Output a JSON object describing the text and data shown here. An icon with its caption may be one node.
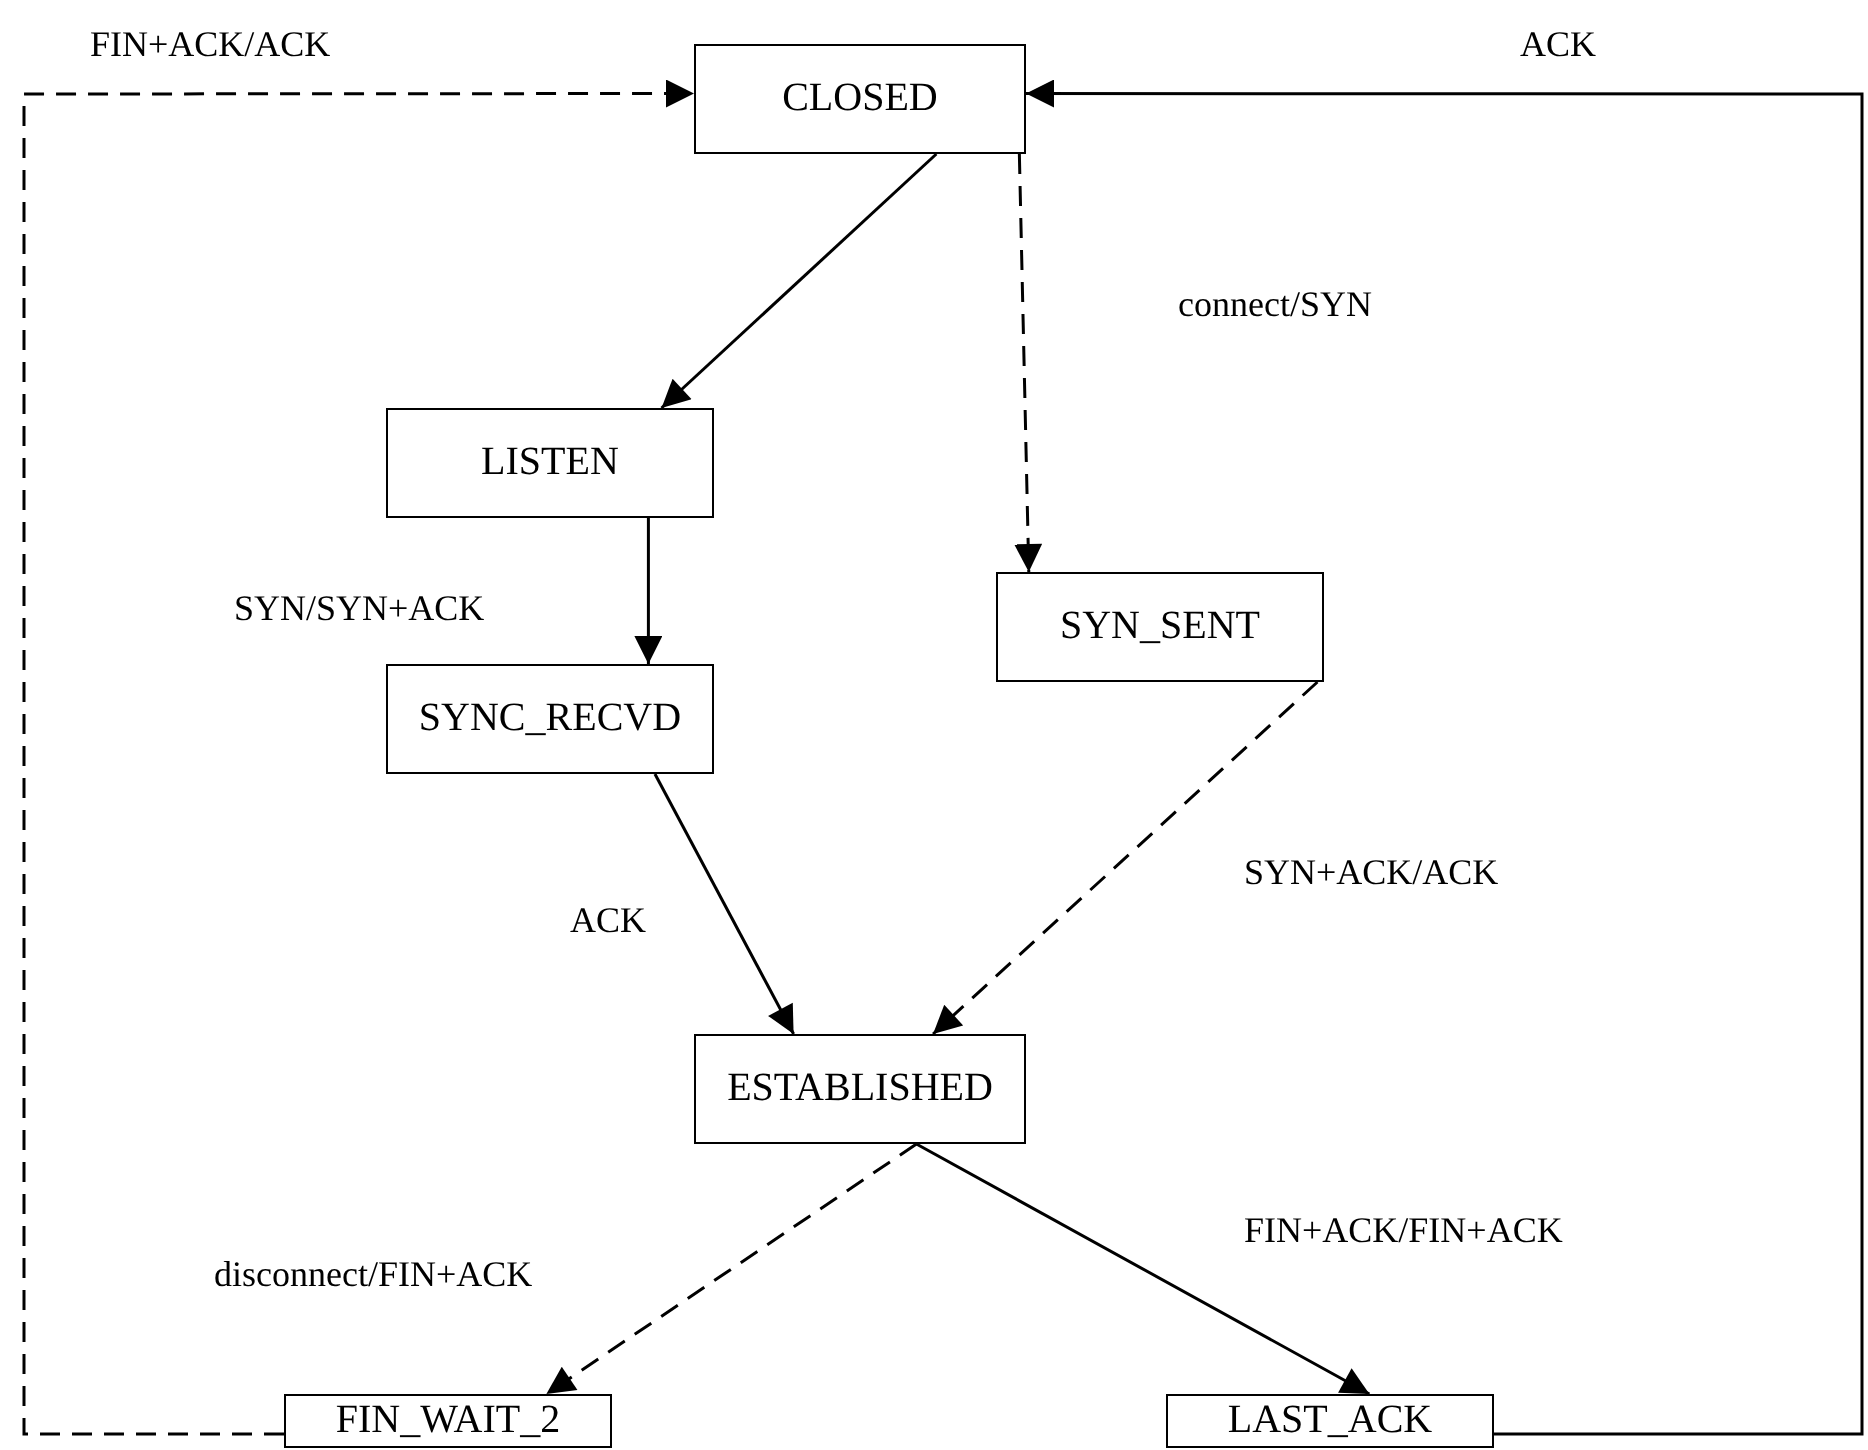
{
  "diagram": {
    "nodes": [
      {
        "text": [
          "CLOSED"
        ]
      },
      {
        "text": [
          "LISTEN"
        ]
      },
      {
        "text": [
          "SYN_SENT"
        ]
      },
      {
        "text": [
          "SYNC_RECVD"
        ]
      },
      {
        "text": [
          "ESTABLISHED"
        ]
      },
      {
        "text": [
          "FIN_WAIT_2"
        ]
      },
      {
        "text": [
          "LAST_ACK"
        ]
      }
    ],
    "edges": [
      {
        "from": 0,
        "to": 1,
        "arrow": "to"
      },
      {
        "from": 0,
        "to": 2,
        "arrow": "to",
        "label": "connect/SYN",
        "style": "dashed"
      },
      {
        "from": 1,
        "to": 3,
        "arrow": "to",
        "label": "SYN/SYN+ACK"
      },
      {
        "from": 3,
        "to": 4,
        "arrow": "to",
        "label": "ACK"
      },
      {
        "from": 2,
        "to": 4,
        "arrow": "to",
        "label": "SYN+ACK/ACK",
        "style": "dashed"
      },
      {
        "from": 4,
        "to": 5,
        "arrow": "to",
        "label": "disconnect/FIN+ACK",
        "style": "dashed"
      },
      {
        "from": 4,
        "to": 6,
        "arrow": "to",
        "label": "FIN+ACK/FIN+ACK"
      },
      {
        "from": 5,
        "to": 0,
        "arrow": "to",
        "label": "FIN+ACK/ACK",
        "style": "dashed"
      },
      {
        "from": 6,
        "to": 0,
        "arrow": "to",
        "label": "ACK"
      }
    ]
  }
}
